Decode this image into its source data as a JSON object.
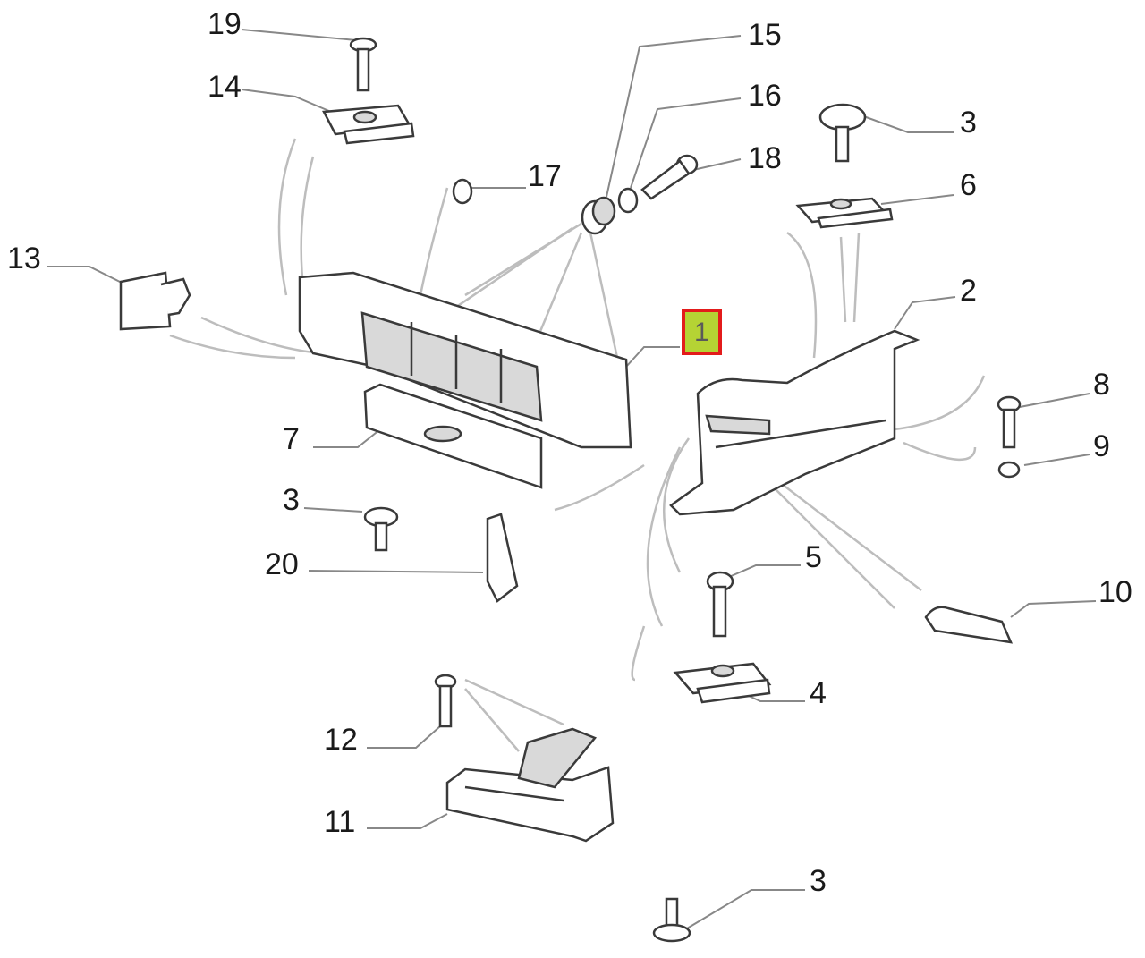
{
  "diagram": {
    "highlight_color": "#b5d334",
    "highlight_border": "#e31b1b",
    "callouts": [
      {
        "id": "c19",
        "label": "19"
      },
      {
        "id": "c14",
        "label": "14"
      },
      {
        "id": "c15",
        "label": "15"
      },
      {
        "id": "c16",
        "label": "16"
      },
      {
        "id": "c18",
        "label": "18"
      },
      {
        "id": "c17",
        "label": "17"
      },
      {
        "id": "c3a",
        "label": "3"
      },
      {
        "id": "c6",
        "label": "6"
      },
      {
        "id": "c13",
        "label": "13"
      },
      {
        "id": "c2",
        "label": "2"
      },
      {
        "id": "c1",
        "label": "1",
        "highlighted": true
      },
      {
        "id": "c8",
        "label": "8"
      },
      {
        "id": "c9",
        "label": "9"
      },
      {
        "id": "c7",
        "label": "7"
      },
      {
        "id": "c3b",
        "label": "3"
      },
      {
        "id": "c20",
        "label": "20"
      },
      {
        "id": "c5",
        "label": "5"
      },
      {
        "id": "c10",
        "label": "10"
      },
      {
        "id": "c4",
        "label": "4"
      },
      {
        "id": "c12",
        "label": "12"
      },
      {
        "id": "c11",
        "label": "11"
      },
      {
        "id": "c3c",
        "label": "3"
      }
    ]
  }
}
